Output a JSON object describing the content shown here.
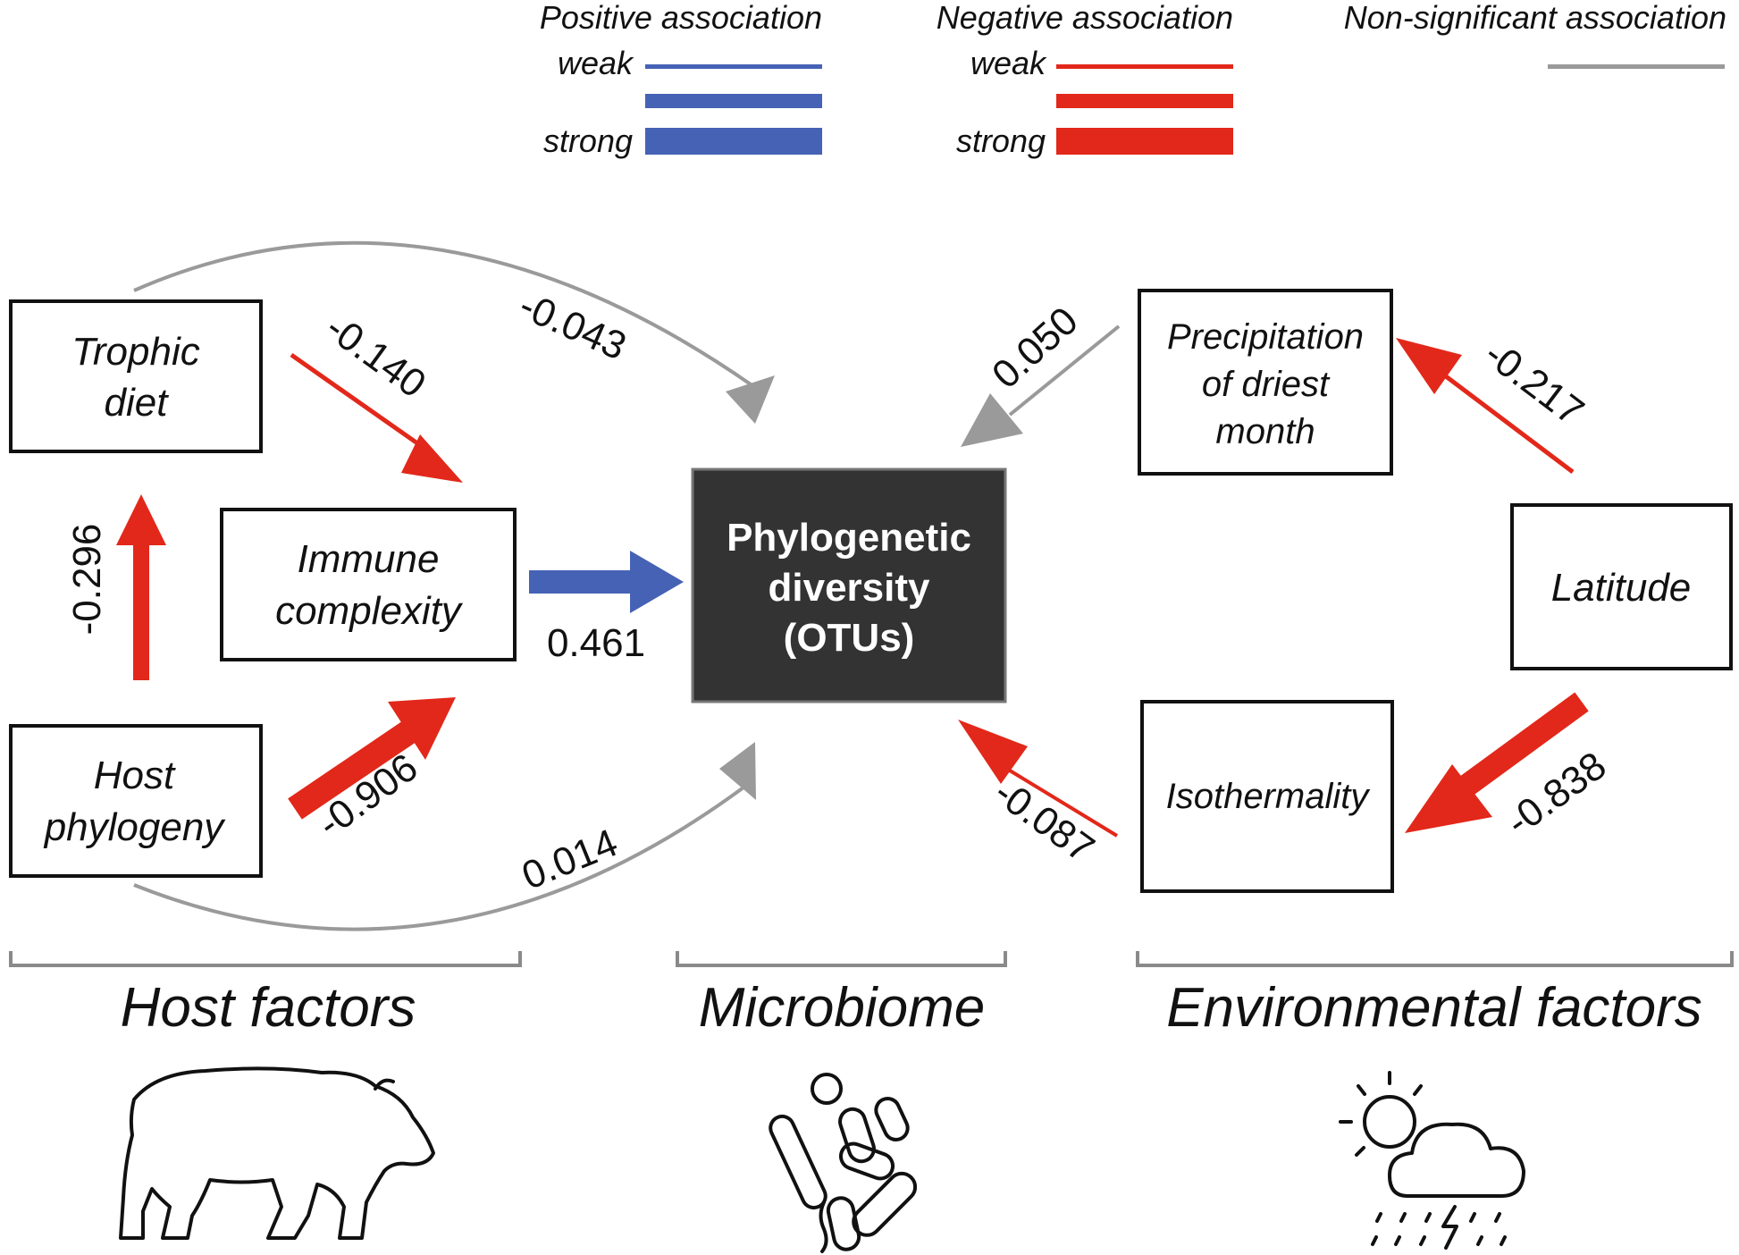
{
  "colors": {
    "positive": "#4562b5",
    "negative": "#e2281a",
    "nonsignificant": "#9a9a9a",
    "center_fill": "#333333"
  },
  "legend": {
    "positive_title": "Positive association",
    "negative_title": "Negative association",
    "nonsignificant_title": "Non-significant association",
    "weak_label": "weak",
    "strong_label": "strong"
  },
  "nodes": {
    "trophic_diet": [
      "Trophic",
      "diet"
    ],
    "immune_complexity": [
      "Immune",
      "complexity"
    ],
    "host_phylogeny": [
      "Host",
      "phylogeny"
    ],
    "phylogenetic_diversity": [
      "Phylogenetic",
      "diversity",
      "(OTUs)"
    ],
    "precipitation": [
      "Precipitation",
      "of driest",
      "month"
    ],
    "latitude": [
      "Latitude"
    ],
    "isothermality": [
      "Isothermality"
    ]
  },
  "paths": {
    "phylogeny_to_diet": {
      "value": "-0.296",
      "type": "negative"
    },
    "diet_to_immune": {
      "value": "-0.140",
      "type": "negative"
    },
    "diet_to_diversity": {
      "value": "-0.043",
      "type": "nonsignificant"
    },
    "immune_to_diversity": {
      "value": "0.461",
      "type": "positive"
    },
    "phylogeny_to_immune": {
      "value": "-0.906",
      "type": "negative"
    },
    "phylogeny_to_diversity": {
      "value": "0.014",
      "type": "nonsignificant"
    },
    "precipitation_to_diversity": {
      "value": "0.050",
      "type": "nonsignificant"
    },
    "latitude_to_precipitation": {
      "value": "-0.217",
      "type": "negative"
    },
    "latitude_to_isothermality": {
      "value": "-0.838",
      "type": "negative"
    },
    "isothermality_to_diversity": {
      "value": "-0.087",
      "type": "negative"
    }
  },
  "groups": {
    "host": "Host factors",
    "microbiome": "Microbiome",
    "environment": "Environmental factors"
  },
  "icons": {
    "host": "bear-icon",
    "microbiome": "bacteria-icon",
    "environment": "weather-icon"
  }
}
